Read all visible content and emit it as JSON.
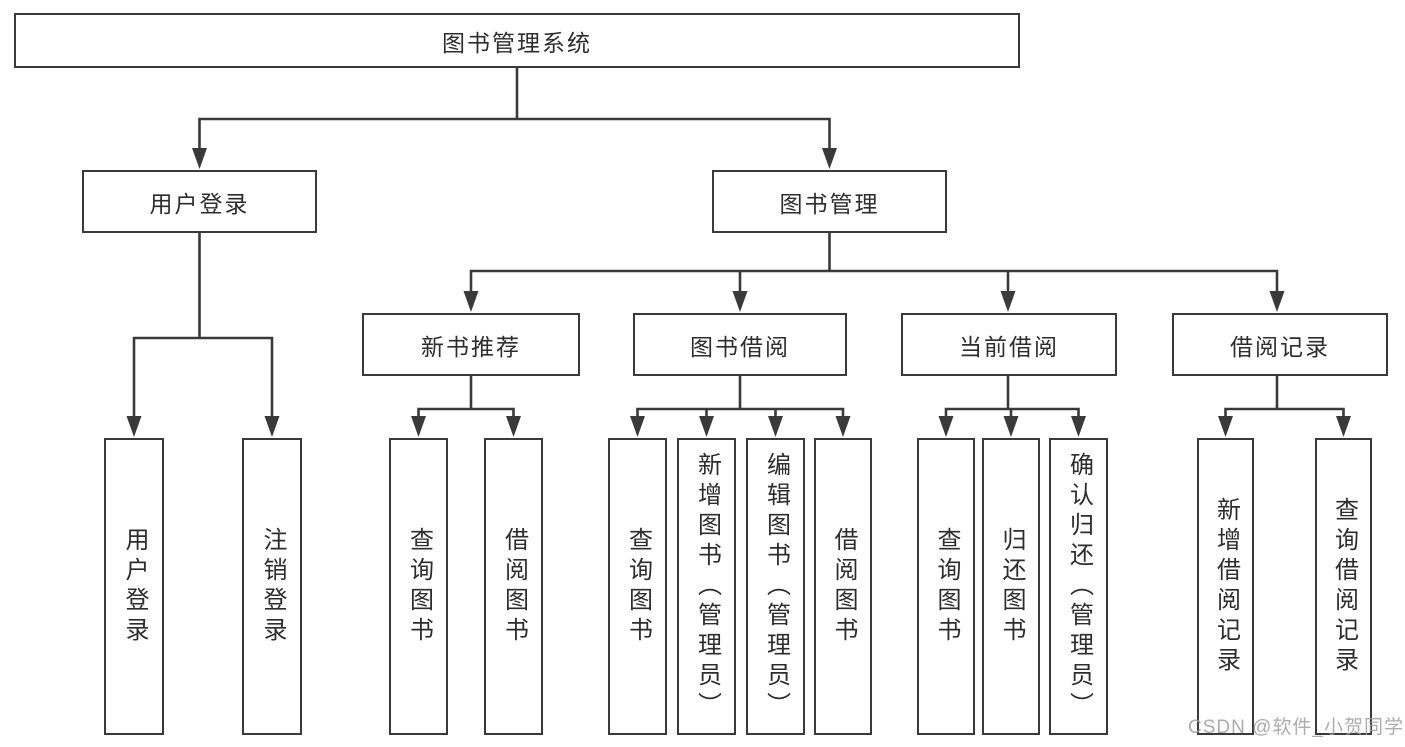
{
  "diagram": {
    "title_node": {
      "label": "图书管理系统"
    },
    "level2": {
      "user_login": {
        "label": "用户登录"
      },
      "book_management": {
        "label": "图书管理"
      }
    },
    "level3": {
      "new_book_recommend": {
        "label": "新书推荐"
      },
      "book_borrow": {
        "label": "图书借阅"
      },
      "current_borrow": {
        "label": "当前借阅"
      },
      "borrow_records": {
        "label": "借阅记录"
      }
    },
    "leaves": {
      "user_login_group": [
        "用户登录",
        "注销登录"
      ],
      "new_book_group": [
        "查询图书",
        "借阅图书"
      ],
      "book_borrow_group": [
        "查询图书",
        "新增图书（管理员）",
        "编辑图书（管理员）",
        "借阅图书"
      ],
      "current_borrow_group": [
        "查询图书",
        "归还图书",
        "确认归还（管理员）"
      ],
      "borrow_records_group": [
        "新增借阅记录",
        "查询借阅记录"
      ]
    }
  },
  "watermark": {
    "text": "CSDN @软件_小贺同学"
  },
  "colors": {
    "line": "#3a3a3a",
    "box_border": "#3a3a3a",
    "text": "#2d2d2d",
    "background": "#ffffff",
    "watermark": "#9e9e9e"
  }
}
